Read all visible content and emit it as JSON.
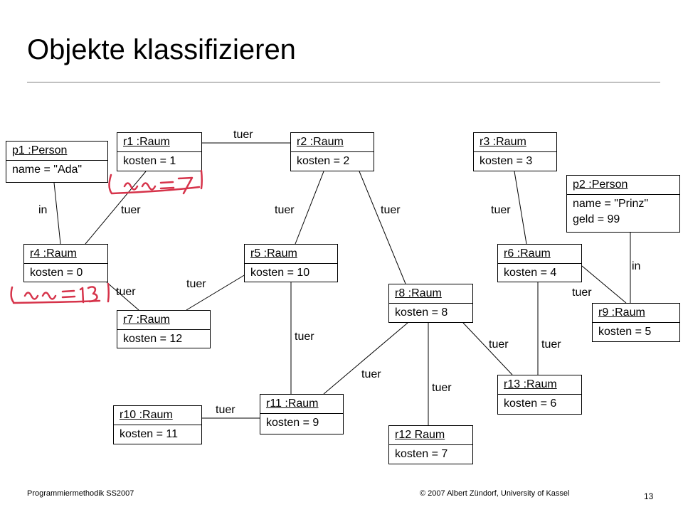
{
  "slide": {
    "title": "Objekte klassifizieren",
    "footer_left": "Programmiermethodik SS2007",
    "footer_center": "© 2007 Albert Zündorf, University of Kassel",
    "page_number": "13"
  },
  "objects": {
    "p1": {
      "head": "p1 :Person",
      "attrs": [
        "name = \"Ada\""
      ]
    },
    "r1": {
      "head": "r1 :Raum",
      "attrs": [
        "kosten = 1"
      ]
    },
    "r2": {
      "head": "r2 :Raum",
      "attrs": [
        "kosten = 2"
      ]
    },
    "r3": {
      "head": "r3 :Raum",
      "attrs": [
        "kosten = 3"
      ]
    },
    "p2": {
      "head": "p2 :Person",
      "attrs": [
        "name = \"Prinz\"",
        "geld = 99"
      ]
    },
    "r4": {
      "head": "r4 :Raum",
      "attrs": [
        "kosten = 0"
      ]
    },
    "r5": {
      "head": "r5 :Raum",
      "attrs": [
        "kosten = 10"
      ]
    },
    "r6": {
      "head": "r6 :Raum",
      "attrs": [
        "kosten = 4"
      ]
    },
    "r8": {
      "head": "r8 :Raum",
      "attrs": [
        "kosten = 8"
      ]
    },
    "r7": {
      "head": "r7 :Raum",
      "attrs": [
        "kosten = 12"
      ]
    },
    "r9": {
      "head": "r9 :Raum",
      "attrs": [
        "kosten = 5"
      ]
    },
    "r10": {
      "head": "r10 :Raum",
      "attrs": [
        "kosten = 11"
      ]
    },
    "r11": {
      "head": "r11 :Raum",
      "attrs": [
        "kosten = 9"
      ]
    },
    "r12": {
      "head": "r12 Raum",
      "attrs": [
        "kosten = 7"
      ]
    },
    "r13": {
      "head": "r13 :Raum",
      "attrs": [
        "kosten = 6"
      ]
    }
  },
  "links": {
    "r1_r2": "tuer",
    "p1_r4": "in",
    "r1_r4": "tuer",
    "r2_r5": "tuer",
    "r2_r8": "tuer",
    "r3_r6": "tuer",
    "r4_r7": "tuer",
    "r5_r7": "tuer",
    "r5_r11": "tuer",
    "p2_r9": "in",
    "r6_r9": "tuer",
    "r8_r13": "tuer",
    "r6_r13": "tuer",
    "r8_r11": "tuer",
    "r8_r12": "tuer",
    "r10_r11": "tuer"
  },
  "annotations": {
    "note_top": "~~ = 7",
    "note_left": "~~ = 13",
    "ink_color": "#d6334a"
  }
}
